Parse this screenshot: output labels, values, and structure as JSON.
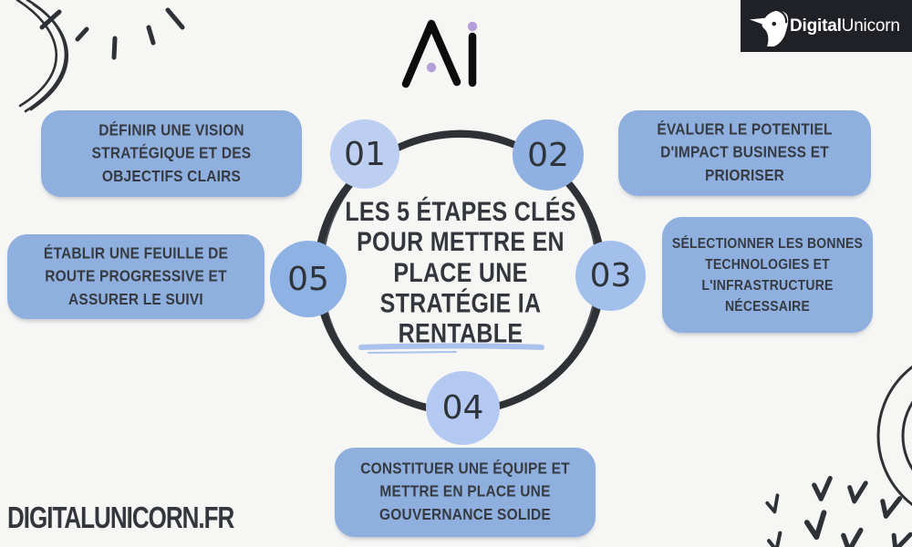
{
  "brand": {
    "badge": {
      "bold": "Digital",
      "regular": "Unicorn"
    },
    "website": "DIGITALUNICORN.FR"
  },
  "icons": {
    "ai_logo": "Ai monogram with purple dots",
    "unicorn": "unicorn head silhouette",
    "decorations": [
      "scribble-circle",
      "sun-rays",
      "spiral-arcs",
      "check-marks"
    ]
  },
  "title": "LES 5 ÉTAPES CLÉS\nPOUR METTRE EN\nPLACE UNE\nSTRATÉGIE IA\nRENTABLE",
  "steps": [
    {
      "number": "01",
      "label": "DÉFINIR UNE VISION\nSTRATÉGIQUE ET DES\nOBJECTIFS CLAIRS",
      "circle_color": "#bccff1"
    },
    {
      "number": "02",
      "label": "ÉVALUER LE POTENTIEL\nD'IMPACT BUSINESS ET\nPRIORISER",
      "circle_color": "#8fb0e1"
    },
    {
      "number": "03",
      "label": "SÉLECTIONNER LES BONNES\nTECHNOLOGIES ET\nL'INFRASTRUCTURE NÉCESSAIRE",
      "circle_color": "#a3c0ec"
    },
    {
      "number": "04",
      "label": "CONSTITUER UNE ÉQUIPE ET\nMETTRE EN PLACE UNE\nGOUVERNANCE SOLIDE",
      "circle_color": "#b4c9f1"
    },
    {
      "number": "05",
      "label": "ÉTABLIR UNE FEUILLE DE\nROUTE PROGRESSIVE ET\nASSURER LE SUIVI",
      "circle_color": "#8fb2e4"
    }
  ],
  "colors": {
    "background": "#f6f6f4",
    "box_blue": "#8fafdf",
    "ink": "#2e3237",
    "text_dark": "#363b42",
    "underline_accent": "#a9c3ee",
    "logo_dot_purple": "#b59fd8",
    "badge_bg": "#1f2127"
  }
}
